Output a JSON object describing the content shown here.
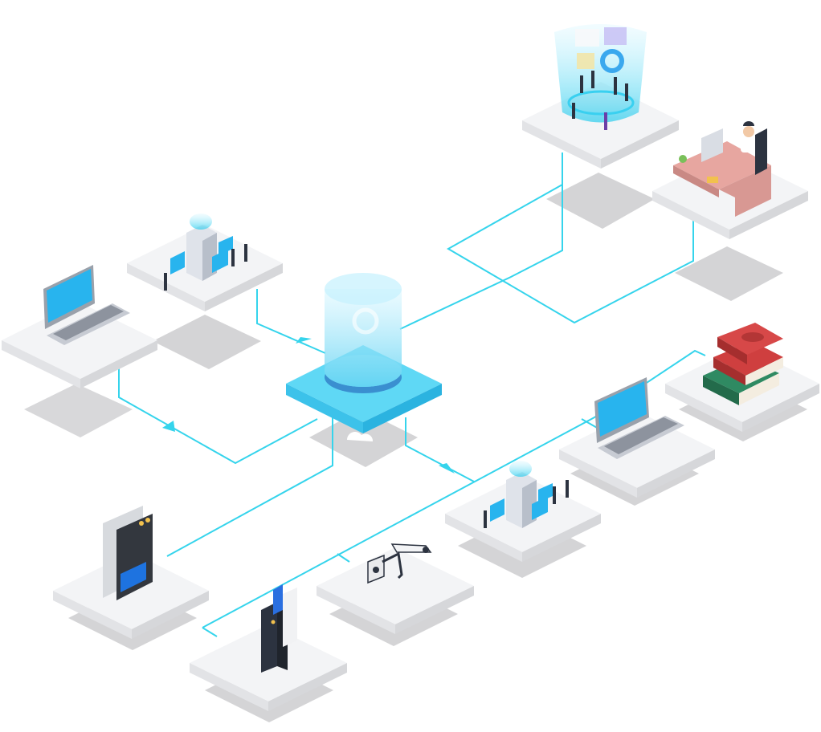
{
  "diagram": {
    "hub": {
      "icon": "cloud-database-icon"
    },
    "nodes": [
      {
        "id": "server-room-left",
        "icon": "server-room-icon"
      },
      {
        "id": "laptop-left",
        "icon": "laptop-icon"
      },
      {
        "id": "data-dashboard",
        "icon": "analytics-hologram-icon"
      },
      {
        "id": "office-desk",
        "icon": "office-worker-icon"
      },
      {
        "id": "books",
        "icon": "books-icon"
      },
      {
        "id": "laptop-right",
        "icon": "laptop-icon"
      },
      {
        "id": "server-room-right",
        "icon": "server-room-icon"
      },
      {
        "id": "fingerprint-terminal",
        "icon": "fingerprint-scanner-icon"
      },
      {
        "id": "card-kiosk",
        "icon": "kiosk-icon"
      },
      {
        "id": "surveillance-camera",
        "icon": "camera-icon"
      }
    ],
    "colors": {
      "line": "#35d4ec",
      "hub_top": "#5fd8f5",
      "hub_side": "#2bb3e0",
      "tile_top": "#f3f4f6",
      "tile_side": "#e2e3e6",
      "shadow": "#d4d4d6",
      "screen": "#28b4ee"
    }
  }
}
